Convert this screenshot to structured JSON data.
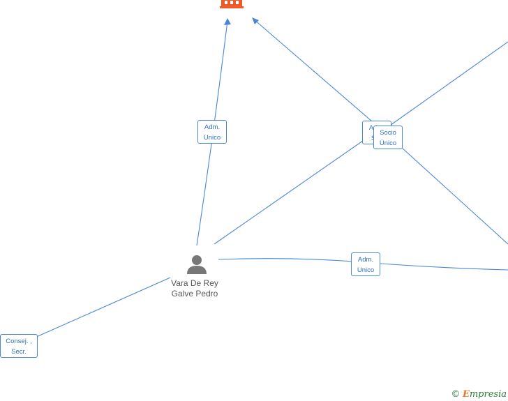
{
  "diagram": {
    "person": {
      "name_line1": "Vara De Rey",
      "name_line2": "Galve Pedro"
    },
    "edge_labels": [
      {
        "line1": "Adm.",
        "line2": "Unico"
      },
      {
        "line1": "Adm.",
        "line2": "Soc"
      },
      {
        "line1": "Socio",
        "line2": "Único"
      },
      {
        "line1": "Adm.",
        "line2": "Unico"
      },
      {
        "line1": "Consej. ,",
        "line2": "Secr."
      }
    ],
    "company_icon": "building-icon",
    "person_icon": "person-icon",
    "colors": {
      "edge": "#4a86d8",
      "company": "#f05a28",
      "person": "#777777"
    }
  },
  "footer": {
    "copyright_symbol": "©",
    "brand_initial": "E",
    "brand_rest": "mpresia"
  }
}
